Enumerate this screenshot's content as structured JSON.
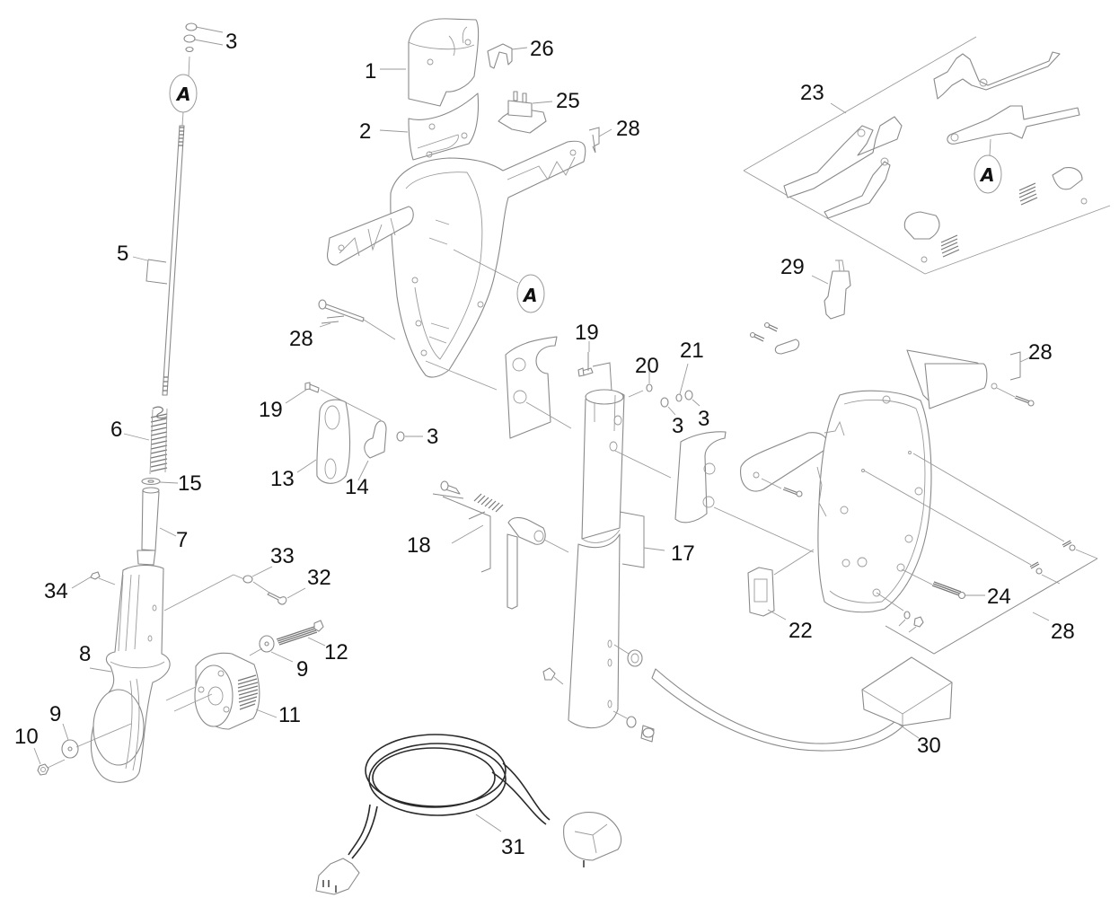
{
  "diagram": {
    "title": "Exploded parts diagram",
    "callouts": [
      {
        "id": "c3a",
        "label": "3"
      },
      {
        "id": "c1",
        "label": "1"
      },
      {
        "id": "c26",
        "label": "26"
      },
      {
        "id": "c25",
        "label": "25"
      },
      {
        "id": "c2",
        "label": "2"
      },
      {
        "id": "c28a",
        "label": "28"
      },
      {
        "id": "c23",
        "label": "23"
      },
      {
        "id": "c5",
        "label": "5"
      },
      {
        "id": "c29",
        "label": "29"
      },
      {
        "id": "c28b",
        "label": "28"
      },
      {
        "id": "c19a",
        "label": "19"
      },
      {
        "id": "c28c",
        "label": "28"
      },
      {
        "id": "c20",
        "label": "20"
      },
      {
        "id": "c21",
        "label": "21"
      },
      {
        "id": "c19b",
        "label": "19"
      },
      {
        "id": "c3b",
        "label": "3"
      },
      {
        "id": "c3c",
        "label": "3"
      },
      {
        "id": "c3d",
        "label": "3"
      },
      {
        "id": "c6",
        "label": "6"
      },
      {
        "id": "c13",
        "label": "13"
      },
      {
        "id": "c14",
        "label": "14"
      },
      {
        "id": "c15",
        "label": "15"
      },
      {
        "id": "c7",
        "label": "7"
      },
      {
        "id": "c18",
        "label": "18"
      },
      {
        "id": "c17",
        "label": "17"
      },
      {
        "id": "c33",
        "label": "33"
      },
      {
        "id": "c32",
        "label": "32"
      },
      {
        "id": "c34",
        "label": "34"
      },
      {
        "id": "c24",
        "label": "24"
      },
      {
        "id": "c8",
        "label": "8"
      },
      {
        "id": "c12",
        "label": "12"
      },
      {
        "id": "c22",
        "label": "22"
      },
      {
        "id": "c28d",
        "label": "28"
      },
      {
        "id": "c9a",
        "label": "9"
      },
      {
        "id": "c9b",
        "label": "9"
      },
      {
        "id": "c11",
        "label": "11"
      },
      {
        "id": "c10",
        "label": "10"
      },
      {
        "id": "c30",
        "label": "30"
      },
      {
        "id": "c31",
        "label": "31"
      }
    ],
    "reference_markers": [
      {
        "id": "refA1",
        "label": "A"
      },
      {
        "id": "refA2",
        "label": "A"
      },
      {
        "id": "refA3",
        "label": "A"
      }
    ]
  }
}
